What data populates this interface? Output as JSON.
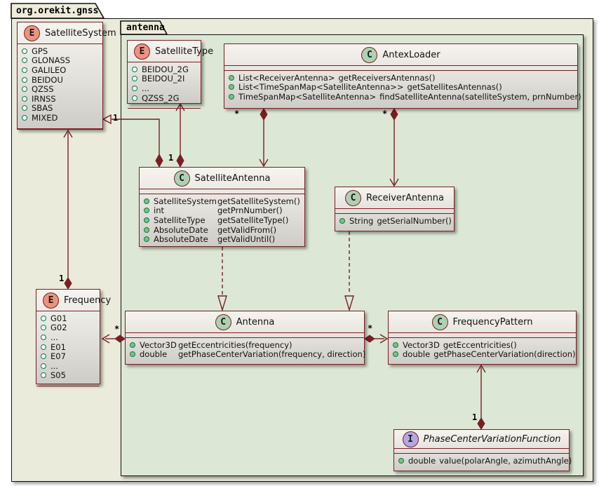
{
  "packages": {
    "outer": {
      "name": "org.orekit.gnss"
    },
    "inner": {
      "name": "antenna"
    }
  },
  "colors": {
    "outer_background": "#ebebdb",
    "inner_background": "#dce8d5",
    "box_border": "#7b1e24",
    "enum_badge": "#eb937f",
    "class_badge": "#add1b2",
    "interface_badge": "#b4a7e5",
    "member_icon_green": "#038048"
  },
  "classes": {
    "satellite_system": {
      "stereotype": "E",
      "name": "SatelliteSystem",
      "fields": [
        "GPS",
        "GLONASS",
        "GALILEO",
        "BEIDOU",
        "QZSS",
        "IRNSS",
        "SBAS",
        "MIXED"
      ]
    },
    "satellite_type": {
      "stereotype": "E",
      "name": "SatelliteType",
      "fields": [
        "BEIDOU_2G",
        "BEIDOU_2I",
        "...",
        "QZSS_2G"
      ]
    },
    "antex_loader": {
      "stereotype": "C",
      "name": "AntexLoader",
      "methods": [
        {
          "type": "List<ReceiverAntenna>",
          "name": "getReceiversAntennas()"
        },
        {
          "type": "List<TimeSpanMap<SatelliteAntenna>>",
          "name": "getSatellitesAntennas()"
        },
        {
          "type": "TimeSpanMap<SatelliteAntenna>",
          "name": "findSatelliteAntenna(satelliteSystem, prnNumber)"
        }
      ]
    },
    "satellite_antenna": {
      "stereotype": "C",
      "name": "SatelliteAntenna",
      "methods": [
        {
          "type": "SatelliteSystem",
          "name": "getSatelliteSystem()"
        },
        {
          "type": "int",
          "name": "getPrnNumber()"
        },
        {
          "type": "SatelliteType",
          "name": "getSatelliteType()"
        },
        {
          "type": "AbsoluteDate",
          "name": "getValidFrom()"
        },
        {
          "type": "AbsoluteDate",
          "name": "getValidUntil()"
        }
      ]
    },
    "receiver_antenna": {
      "stereotype": "C",
      "name": "ReceiverAntenna",
      "methods": [
        {
          "type": "String",
          "name": "getSerialNumber()"
        }
      ]
    },
    "frequency": {
      "stereotype": "E",
      "name": "Frequency",
      "fields": [
        "G01",
        "G02",
        "...",
        "E01",
        "E07",
        "...",
        "S05"
      ]
    },
    "antenna": {
      "stereotype": "C",
      "name": "Antenna",
      "methods": [
        {
          "type": "Vector3D",
          "name": "getEccentricities(frequency)"
        },
        {
          "type": "double",
          "name": "getPhaseCenterVariation(frequency, direction)"
        }
      ]
    },
    "frequency_pattern": {
      "stereotype": "C",
      "name": "FrequencyPattern",
      "methods": [
        {
          "type": "Vector3D",
          "name": "getEccentricities()"
        },
        {
          "type": "double",
          "name": "getPhaseCenterVariation(direction)"
        }
      ]
    },
    "phase_center_variation_function": {
      "stereotype": "I",
      "name": "PhaseCenterVariationFunction",
      "methods": [
        {
          "type": "double",
          "name": "value(polarAngle, azimuthAngle)"
        }
      ]
    }
  },
  "relations": {
    "satellite_antenna_to_satellite_system": {
      "multiplicity": "1"
    },
    "satellite_antenna_to_satellite_type": {
      "multiplicity": "1"
    },
    "antex_loader_to_satellite_antenna": {
      "multiplicity": "*"
    },
    "antex_loader_to_receiver_antenna": {
      "multiplicity": "*"
    },
    "antenna_to_frequency": {
      "multiplicity": "*"
    },
    "antenna_to_frequency_pattern": {
      "multiplicity": "*"
    },
    "phase_center_variation_function_to_frequency_pattern": {
      "multiplicity": "1"
    },
    "frequency_to_satellite_system": {
      "multiplicity": "1"
    }
  }
}
